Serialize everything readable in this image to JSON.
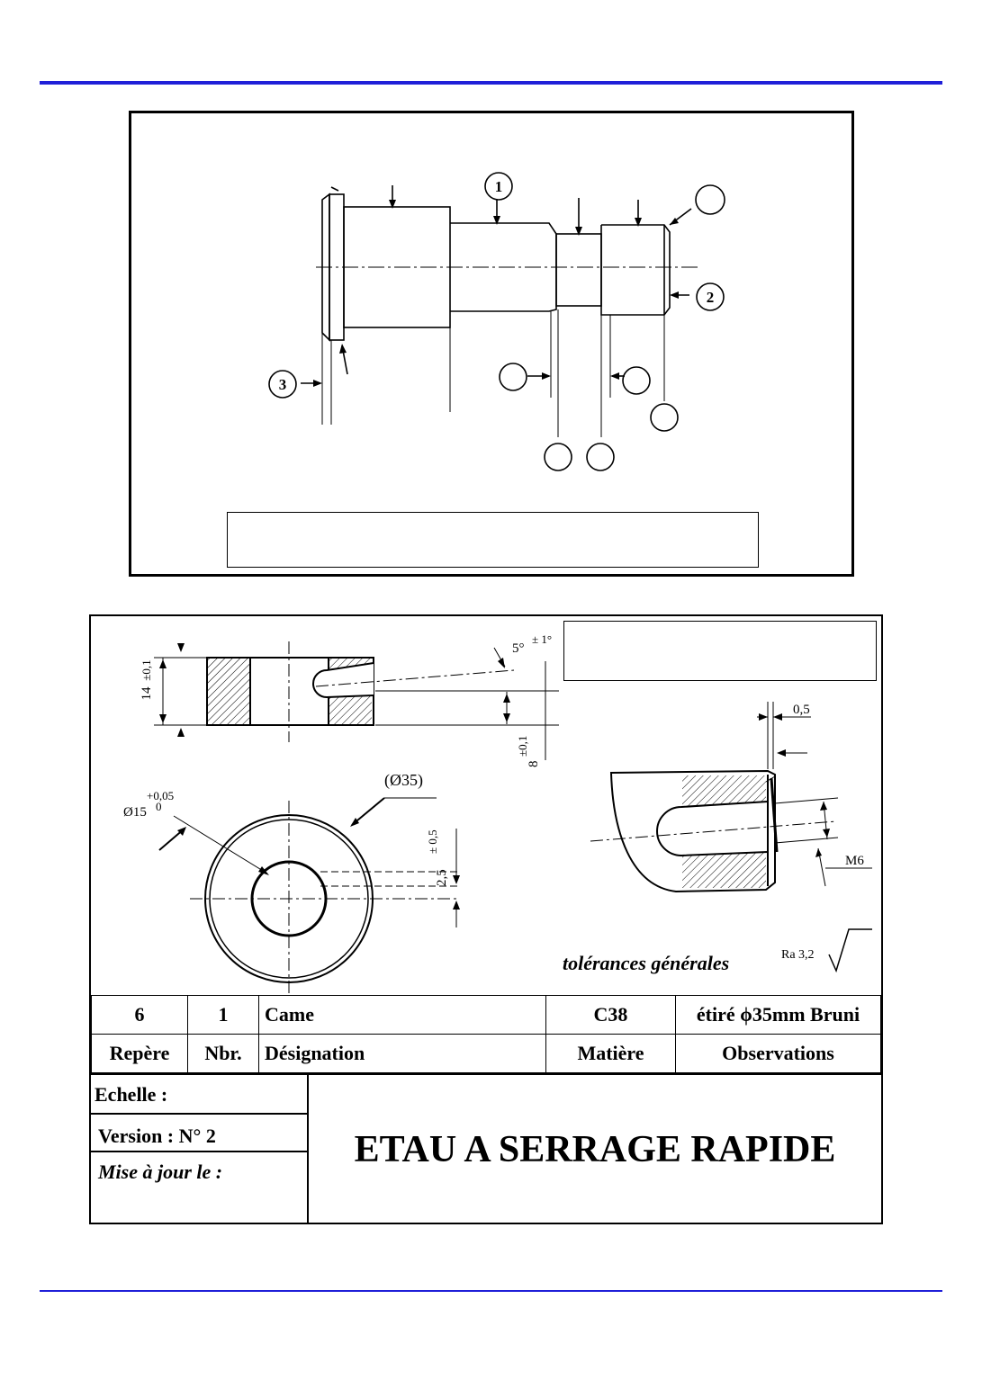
{
  "figure1": {
    "callouts": [
      "1",
      "2",
      "3"
    ]
  },
  "drawing": {
    "dims": {
      "height": "14",
      "height_tol": "±0,1",
      "angle": "5°",
      "angle_tol": "± 1°",
      "depth": "8",
      "depth_tol": "±0,1",
      "bore": "Ø15",
      "bore_tol_upper": "+0,05",
      "bore_tol_lower": "0",
      "outer": "(Ø35)",
      "offset": "2,5",
      "offset_tol": "± 0,5",
      "chamfer": "0,5",
      "thread": "M6"
    },
    "general_tolerances": "tolérances générales",
    "roughness": "Ra 3,2"
  },
  "nomenclature": {
    "row": {
      "ref": "6",
      "qty": "1",
      "designation": "Came",
      "material": "C38",
      "observations": "étiré ϕ35mm Bruni"
    },
    "headers": {
      "ref": "Repère",
      "qty": "Nbr.",
      "designation": "Désignation",
      "material": "Matière",
      "observations": "Observations"
    }
  },
  "cartouche": {
    "scale_label": "Echelle :",
    "version_label": "Version : N° 2",
    "update_label": "Mise à jour le :",
    "title": "ETAU A SERRAGE RAPIDE"
  }
}
